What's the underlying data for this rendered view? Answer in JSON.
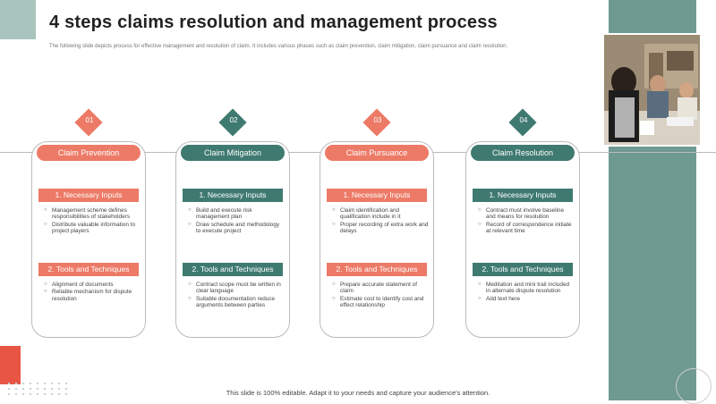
{
  "title": "4 steps claims resolution and management process",
  "description": "The following slide depicts process for effective management and resolution of claim. It includes various phases such as claim prevention, claim mitigation, claim pursuance and claim resolution.",
  "footer": "This slide is 100% editable. Adapt it to your needs and capture your audience's attention.",
  "colors": {
    "coral": "#ec7a66",
    "teal": "#3f7a70",
    "band": "#6f9a91"
  },
  "steps": [
    {
      "num": "01",
      "phase": "Claim Prevention",
      "color": "#ec7a66",
      "inputs_title": "1.  Necessary Inputs",
      "inputs": [
        "Management scheme defines responsibilities of stakeholders",
        "Distribute valuable information to project players"
      ],
      "tools_title": "2. Tools and Techniques",
      "tools": [
        "Alignment of documents",
        "Reliable mechanism for dispute resolution"
      ]
    },
    {
      "num": "02",
      "phase": "Claim Mitigation",
      "color": "#3f7a70",
      "inputs_title": "1.  Necessary Inputs",
      "inputs": [
        "Build and execute risk management plan",
        "Draw schedule and methodology to execute project"
      ],
      "tools_title": "2. Tools and Techniques",
      "tools": [
        "Contract scope must be written in clear language",
        "Suitable documentation reduce arguments between parties"
      ]
    },
    {
      "num": "03",
      "phase": "Claim Pursuance",
      "color": "#ec7a66",
      "inputs_title": "1.  Necessary Inputs",
      "inputs": [
        "Claim identification and qualification include in it",
        "Proper recording of extra work and delays"
      ],
      "tools_title": "2. Tools and Techniques",
      "tools": [
        "Prepare accurate statement of claim",
        "Estimate cost to identify cost and effect relationship"
      ]
    },
    {
      "num": "04",
      "phase": "Claim Resolution",
      "color": "#3f7a70",
      "inputs_title": "1.  Necessary Inputs",
      "inputs": [
        "Contract must involve baseline and means for resolution",
        "Record of correspondence initiate at relevant time"
      ],
      "tools_title": "2. Tools and Techniques",
      "tools": [
        "Meditation and mini trail included in alternate dispute resolution",
        "Add text here"
      ]
    }
  ]
}
